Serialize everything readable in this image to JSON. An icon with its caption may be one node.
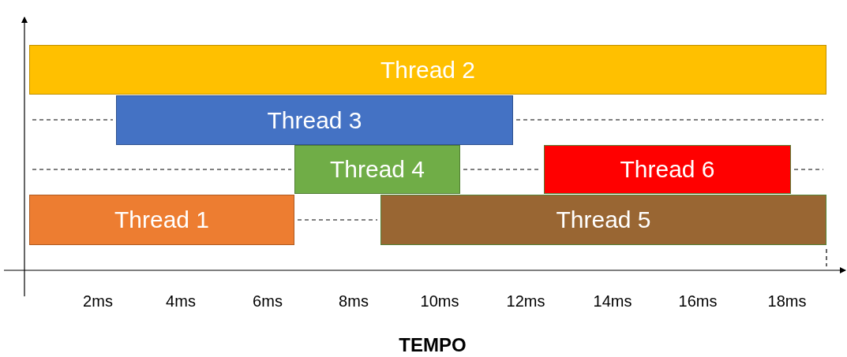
{
  "diagram": {
    "nodes": [
      {
        "text": [
          "Thread 2"
        ]
      },
      {
        "text": [
          "Thread 3"
        ]
      },
      {
        "text": [
          "Thread 4"
        ]
      },
      {
        "text": [
          "Thread 6"
        ]
      },
      {
        "text": [
          "Thread 1"
        ]
      },
      {
        "text": [
          "Thread 5"
        ]
      }
    ],
    "labels": [
      "2ms",
      "4ms",
      "6ms",
      "8ms",
      "10ms",
      "12ms",
      "14ms",
      "16ms",
      "18ms",
      "TEMPO"
    ]
  }
}
